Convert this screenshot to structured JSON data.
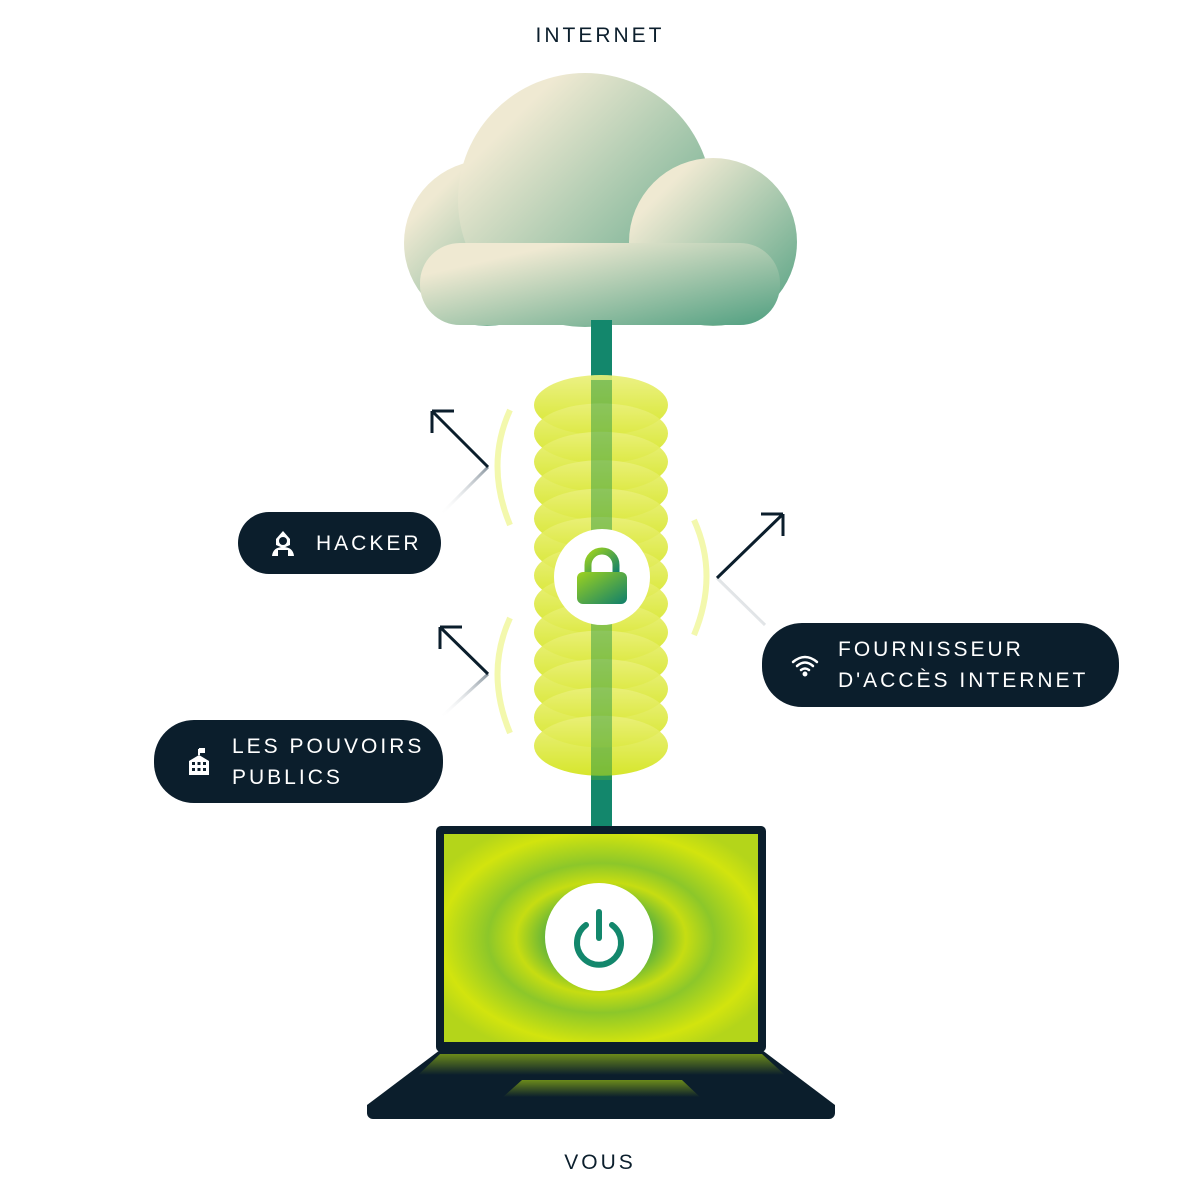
{
  "top_label": "INTERNET",
  "bottom_label": "VOUS",
  "threats": [
    {
      "label": "HACKER",
      "icon": "hacker-icon"
    },
    {
      "label_line1": "LES POUVOIRS",
      "label_line2": "PUBLICS",
      "icon": "government-building-icon"
    },
    {
      "label_line1": "FOURNISSEUR",
      "label_line2": "D'ACCÈS INTERNET",
      "icon": "wifi-icon"
    }
  ],
  "colors": {
    "dark": "#0b1e2c",
    "green": "#13876c",
    "lime": "#d6e61c",
    "cloud_light": "#efe9d2",
    "cloud_dark": "#5fa88a"
  }
}
